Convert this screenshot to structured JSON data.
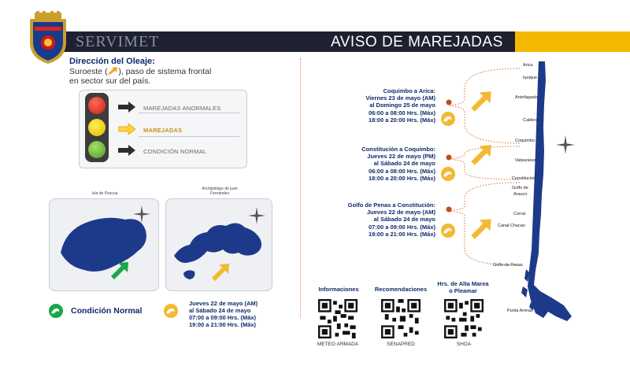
{
  "header": {
    "brand": "SERVIMET",
    "title": "AVISO DE MAREJADAS",
    "accent_color": "#f5b800",
    "bar_color": "#1d2130"
  },
  "logo": {
    "icon": "navy-shield-logo"
  },
  "wave_direction": {
    "heading": "Dirección del Oleaje:",
    "line1_a": "Suroeste (",
    "line1_b": "), paso de sistema frontal",
    "line2": "en sector sur del país."
  },
  "legend": {
    "items": [
      {
        "label": "MAREJADAS ANORMALES",
        "color": "#d62b1a"
      },
      {
        "label": "MAREJADAS",
        "color": "#f0c21a"
      },
      {
        "label": "CONDICIÓN NORMAL",
        "color": "#5aa22a"
      }
    ]
  },
  "islands": {
    "pascua": {
      "title": "Isla de Pascua",
      "status": "normal"
    },
    "juan": {
      "title_line1": "Archipiélago de juan",
      "title_line2": "Fernández",
      "status": "marejadas"
    }
  },
  "bottom_legend": {
    "normal_label": "Condición Normal",
    "marej_lines": [
      "Jueves 22 de mayo (AM)",
      "al Sábado 24 de mayo",
      "07:00 a 09:00 Hrs. (Máx)",
      "19:00 a 21:00 Hrs. (Máx)"
    ]
  },
  "zones": [
    {
      "name": "Coquimbo a Arica:",
      "lines": [
        "Viernes 23 de mayo (AM)",
        "al Domingo 25 de mayo",
        "06:00 a 08:00 Hrs. (Máx)",
        "18:00 a 20:00 Hrs. (Máx)"
      ]
    },
    {
      "name": "Constitución a Coquimbo:",
      "lines": [
        "Jueves 22 de mayo (PM)",
        "al Sábado 24 de mayo",
        "06:00 a 08:00 Hrs. (Máx)",
        "18:00 a 20:00 Hrs. (Máx)"
      ]
    },
    {
      "name": "Golfo de Penas a Constitución:",
      "lines": [
        "Jueves 22 de mayo (AM)",
        "al Sábado 24 de mayo",
        "07:00 a 09:00 Hrs. (Máx)",
        "19:00 a 21:00 Hrs. (Máx)"
      ]
    }
  ],
  "qr_codes": [
    {
      "title": "Informaciones",
      "caption": "METEO ARMADA"
    },
    {
      "title": "Recomendaciones",
      "caption": "SENAPRED"
    },
    {
      "title_line1": "Hrs. de Alta Marea",
      "title_line2": "o Pleamar",
      "caption": "SHOA"
    }
  ],
  "map_labels": [
    "Arica",
    "Iquique",
    "Antofagasta",
    "Caldera",
    "Coquimbo",
    "Valparaíso",
    "Constitución",
    "Golfo de",
    "Arauco",
    "Corral",
    "Canal Chacao",
    "Golfo de Penas",
    "Punta Arenas"
  ]
}
